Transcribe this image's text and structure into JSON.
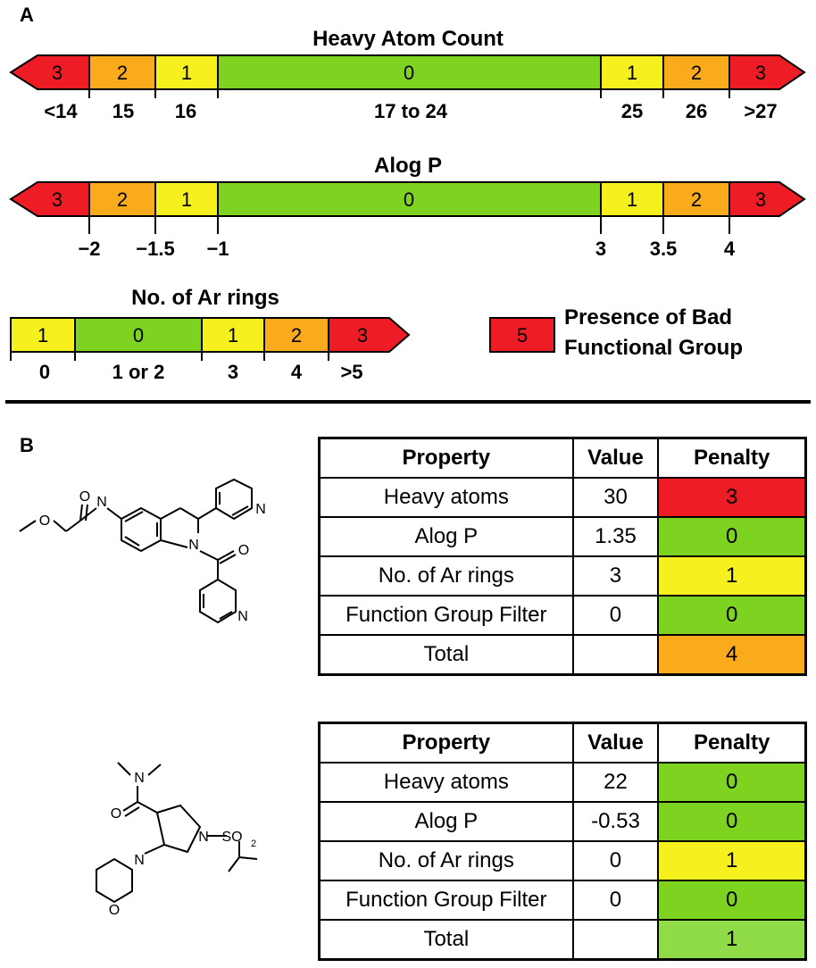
{
  "panelA": {
    "label": "A",
    "heavy_atom": {
      "title": "Heavy Atom Count",
      "segments": [
        "3",
        "2",
        "1",
        "0",
        "1",
        "2",
        "3"
      ],
      "ticks": [
        "<14",
        "15",
        "16",
        "17 to 24",
        "25",
        "26",
        ">27"
      ]
    },
    "alogp": {
      "title": "Alog P",
      "segments": [
        "3",
        "2",
        "1",
        "0",
        "1",
        "2",
        "3"
      ],
      "ticks": [
        "−2",
        "−1.5",
        "−1",
        "3",
        "3.5",
        "4"
      ]
    },
    "ar_rings": {
      "title": "No. of Ar rings",
      "segments": [
        "1",
        "0",
        "1",
        "2",
        "3"
      ],
      "ticks": [
        "0",
        "1 or 2",
        "3",
        "4",
        ">5"
      ]
    },
    "bad_group": {
      "value": "5",
      "label_line1": "Presence of Bad",
      "label_line2": "Functional Group"
    },
    "colors": {
      "red": "#ee1c25",
      "orange": "#f9ab1c",
      "yellow": "#f6f11e",
      "green": "#7ed321"
    }
  },
  "panelB": {
    "label": "B",
    "headers": [
      "Property",
      "Value",
      "Penalty"
    ],
    "table1": {
      "molecule_atoms": [
        "N",
        "O",
        "O",
        "N",
        "O",
        "N",
        "N"
      ],
      "rows": [
        {
          "property": "Heavy atoms",
          "value": "30",
          "penalty": "3"
        },
        {
          "property": "Alog P",
          "value": "1.35",
          "penalty": "0"
        },
        {
          "property": "No. of Ar rings",
          "value": "3",
          "penalty": "1"
        },
        {
          "property": "Function Group Filter",
          "value": "0",
          "penalty": "0"
        },
        {
          "property": "Total",
          "value": "",
          "penalty": "4"
        }
      ]
    },
    "table2": {
      "molecule_atoms": [
        "N",
        "O",
        "N",
        "N",
        "O",
        "SO",
        "2"
      ],
      "rows": [
        {
          "property": "Heavy atoms",
          "value": "22",
          "penalty": "0"
        },
        {
          "property": "Alog P",
          "value": "-0.53",
          "penalty": "0"
        },
        {
          "property": "No. of Ar rings",
          "value": "0",
          "penalty": "1"
        },
        {
          "property": "Function Group Filter",
          "value": "0",
          "penalty": "0"
        },
        {
          "property": "Total",
          "value": "",
          "penalty": "1"
        }
      ]
    }
  }
}
